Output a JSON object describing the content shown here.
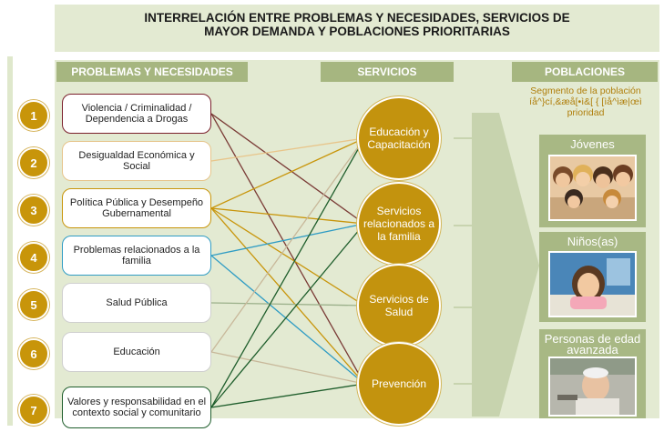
{
  "title": {
    "line1": "INTERRELACIÓN ENTRE PROBLEMAS Y NECESIDADES, SERVICIOS DE",
    "line2": "MAYOR DEMANDA Y POBLACIONES PRIORITARIAS"
  },
  "headers": {
    "problems": "PROBLEMAS  Y NECESIDADES",
    "services": "SERVICIOS",
    "populations": "POBLACIONES"
  },
  "segment_text": {
    "line1": "Segmento de la población",
    "line2": "íå^}cí,&æå[•ì&[ { [ìå^ìæ|œì",
    "line3": "prioridad"
  },
  "problems": [
    {
      "number": "1",
      "label": "Violencia / Criminalidad / Dependencia a Drogas",
      "border": "#7a1f2b"
    },
    {
      "number": "2",
      "label": "Desigualdad Económica y Social",
      "border": "#e6c48a"
    },
    {
      "number": "3",
      "label": "Política Pública y Desempeño Gubernamental",
      "border": "#c8950a"
    },
    {
      "number": "4",
      "label": "Problemas relacionados a la familia",
      "border": "#2f9cc4"
    },
    {
      "number": "5",
      "label": "Salud Pública",
      "border": "#cfcfcf"
    },
    {
      "number": "6",
      "label": "Educación",
      "border": "#cfcfcf"
    },
    {
      "number": "7",
      "label": "Valores y responsabilidad en el contexto social y comunitario",
      "border": "#1f5e2c"
    }
  ],
  "services": [
    {
      "label": "Educación y Capacitación"
    },
    {
      "label": "Servicios relacionados a la familia"
    },
    {
      "label": "Servicios de Salud"
    },
    {
      "label": "Prevención"
    }
  ],
  "populations": [
    {
      "label": "Jóvenes",
      "photo": "group-of-youths"
    },
    {
      "label": "Niños(as)",
      "photo": "child-at-desk"
    },
    {
      "label": "Personas de edad avanzada",
      "photo": "elderly-man"
    }
  ],
  "connections": [
    {
      "from": 1,
      "to": 2,
      "color": "#7a3b36"
    },
    {
      "from": 1,
      "to": 4,
      "color": "#7a3b36"
    },
    {
      "from": 2,
      "to": 1,
      "color": "#e8c58a"
    },
    {
      "from": 3,
      "to": 1,
      "color": "#c8950a"
    },
    {
      "from": 3,
      "to": 2,
      "color": "#c8950a"
    },
    {
      "from": 3,
      "to": 3,
      "color": "#c8950a"
    },
    {
      "from": 3,
      "to": 4,
      "color": "#c8950a"
    },
    {
      "from": 4,
      "to": 2,
      "color": "#2f9cc4"
    },
    {
      "from": 4,
      "to": 4,
      "color": "#2f9cc4"
    },
    {
      "from": 5,
      "to": 3,
      "color": "#9bb08a"
    },
    {
      "from": 6,
      "to": 1,
      "color": "#c8b89a"
    },
    {
      "from": 6,
      "to": 4,
      "color": "#c8b89a"
    },
    {
      "from": 7,
      "to": 1,
      "color": "#1f5e2c"
    },
    {
      "from": 7,
      "to": 2,
      "color": "#1f5e2c"
    },
    {
      "from": 7,
      "to": 4,
      "color": "#1f5e2c"
    }
  ],
  "colors": {
    "panel": "#e3ead2",
    "header": "#a6b680",
    "gold": "#c3930e",
    "segment_text": "#b07f0c"
  }
}
